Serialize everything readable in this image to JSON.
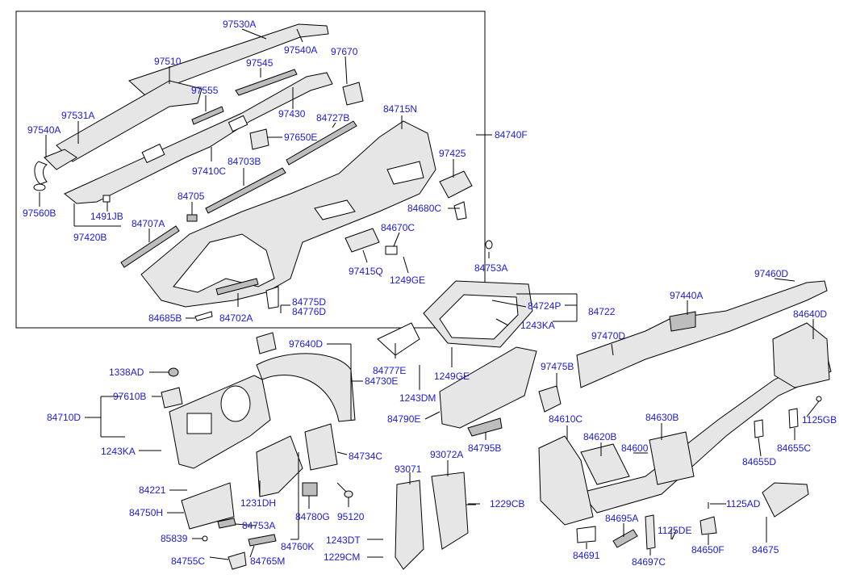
{
  "labels": {
    "l_97530A": "97530A",
    "l_97540A_top": "97540A",
    "l_97510": "97510",
    "l_97545": "97545",
    "l_97670": "97670",
    "l_97555": "97555",
    "l_97430": "97430",
    "l_84715N": "84715N",
    "l_97531A": "97531A",
    "l_84727B": "84727B",
    "l_84740F": "84740F",
    "l_97540A_left": "97540A",
    "l_97650E": "97650E",
    "l_97425": "97425",
    "l_97410C": "97410C",
    "l_84703B": "84703B",
    "l_84705": "84705",
    "l_84680C": "84680C",
    "l_97560B": "97560B",
    "l_1491JB": "1491JB",
    "l_84707A": "84707A",
    "l_84670C": "84670C",
    "l_97420B": "97420B",
    "l_84753A_top": "84753A",
    "l_97415Q": "97415Q",
    "l_1249GE_a": "1249GE",
    "l_97460D": "97460D",
    "l_97440A": "97440A",
    "l_84775D": "84775D",
    "l_84776D": "84776D",
    "l_84724P": "84724P",
    "l_84722": "84722",
    "l_84685B": "84685B",
    "l_84702A": "84702A",
    "l_1243KA_a": "1243KA",
    "l_84640D": "84640D",
    "l_97640D": "97640D",
    "l_97470D": "97470D",
    "l_84777E": "84777E",
    "l_1338AD": "1338AD",
    "l_84730E": "84730E",
    "l_1249GE_b": "1249GE",
    "l_97475B": "97475B",
    "l_1243DM": "1243DM",
    "l_97610B": "97610B",
    "l_84630B": "84630B",
    "l_1125GB": "1125GB",
    "l_84710D": "84710D",
    "l_84790E": "84790E",
    "l_84610C": "84610C",
    "l_84795B": "84795B",
    "l_84620B": "84620B",
    "l_84600": "84600",
    "l_84655C": "84655C",
    "l_1243KA_b": "1243KA",
    "l_84734C": "84734C",
    "l_93072A": "93072A",
    "l_84655D": "84655D",
    "l_93071": "93071",
    "l_84221": "84221",
    "l_1231DH": "1231DH",
    "l_1229CB": "1229CB",
    "l_1125AD": "1125AD",
    "l_84750H": "84750H",
    "l_84780G": "84780G",
    "l_95120": "95120",
    "l_84695A": "84695A",
    "l_84753A_bot": "84753A",
    "l_1125DE": "1125DE",
    "l_85839": "85839",
    "l_1243DT": "1243DT",
    "l_84760K": "84760K",
    "l_84691": "84691",
    "l_84650F": "84650F",
    "l_84675": "84675",
    "l_84755C": "84755C",
    "l_84765M": "84765M",
    "l_1229CM": "1229CM",
    "l_84697C": "84697C"
  },
  "colors": {
    "label": "#1a1ad6",
    "line": "#000000",
    "part_fill": "#e6e6e6"
  }
}
